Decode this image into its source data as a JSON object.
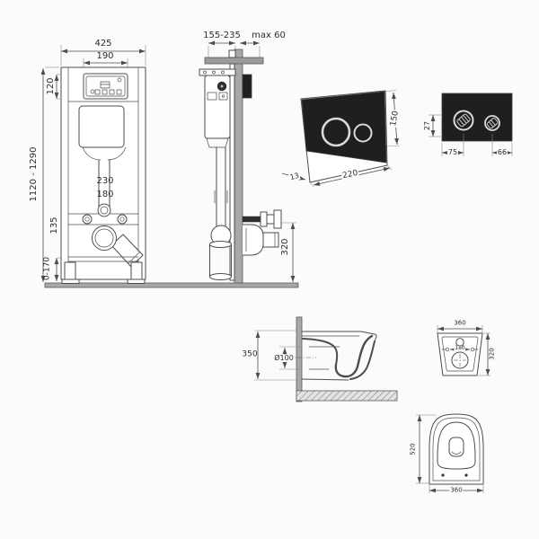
{
  "drawing": {
    "frame_front": {
      "overall_width": "425",
      "opening_width": "190",
      "opening_height": "120",
      "height_range": "1120 - 1290",
      "fixing_spacing_upper": "230",
      "fixing_spacing_lower": "180",
      "drain_offset": "135",
      "feet_adjustment": "0-170"
    },
    "frame_side": {
      "mounting_depth": "155-235",
      "max_wall_finish": "max 60",
      "outlet_height": "320"
    },
    "plate_angled": {
      "width": "220",
      "height": "150",
      "thickness": "13"
    },
    "plate_front": {
      "button_offset": "27",
      "left_margin": "75",
      "right_margin": "66"
    },
    "pan_side": {
      "height": "350",
      "pipe_diameter": "Ø100"
    },
    "pan_rear": {
      "width": "360",
      "height": "320",
      "bolt_spacing": "180"
    },
    "pan_plan": {
      "length": "520",
      "width": "360"
    }
  },
  "colors": {
    "line": "#4d4d4d",
    "plate_black": "#1f1f1f",
    "surface_gray": "#a8a8a8",
    "background": "#fbfbfb"
  }
}
